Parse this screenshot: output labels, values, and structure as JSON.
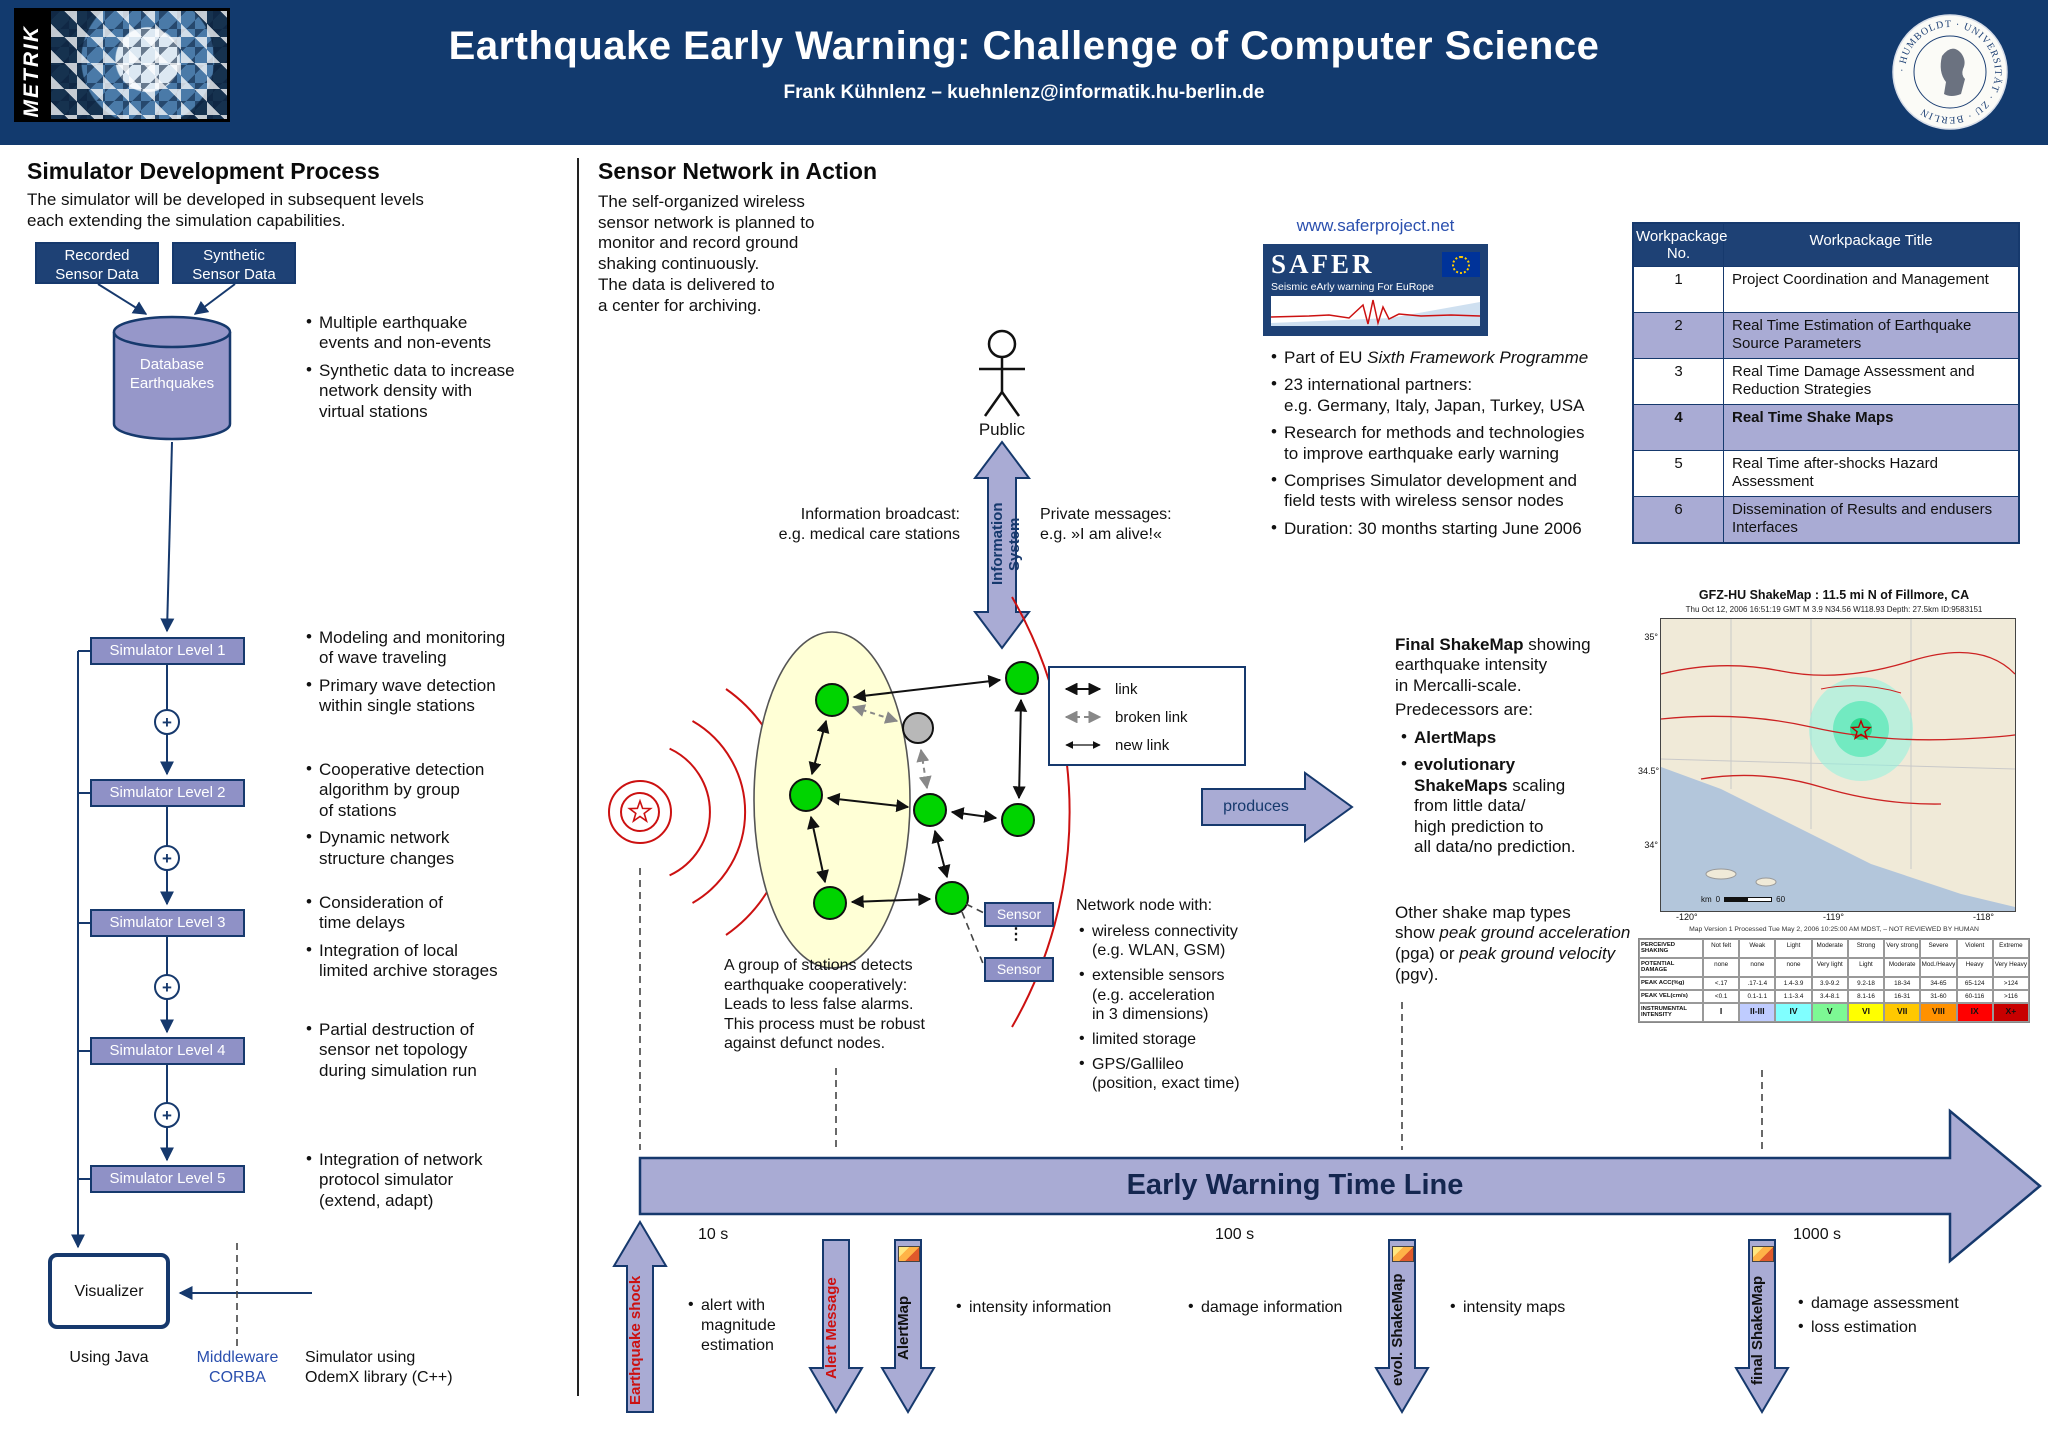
{
  "colors": {
    "navy_header": "#123a6e",
    "box_navy": "#1e4175",
    "lavender": "#a9abd4",
    "lavender_dark": "#8f91c6",
    "node_green": "#00d400",
    "alert_red": "#cc1111",
    "link_blue": "#2a4fae"
  },
  "header": {
    "metrik_label": "METRIK",
    "title": "Earthquake Early Warning: Challenge of Computer Science",
    "subtitle": "Frank Kühnlenz – kuehnlenz@informatik.hu-berlin.de",
    "seal_text": "· HUMBOLDT · UNIVERSITÄT · ZU · BERLIN"
  },
  "simulator": {
    "heading": "Simulator Development Process",
    "intro": "The simulator will be developed in subsequent levels\neach extending the simulation capabilities.",
    "recorded_box": "Recorded\nSensor Data",
    "synthetic_box": "Synthetic\nSensor Data",
    "database_box": "Database\nEarthquakes",
    "database_bullets": [
      "Multiple earthquake\nevents and non-events",
      "Synthetic data to increase\nnetwork density with\nvirtual stations"
    ],
    "plus": "+",
    "levels": [
      {
        "label": "Simulator Level 1",
        "bullets": [
          "Modeling and monitoring\nof wave traveling",
          "Primary wave detection\nwithin single stations"
        ]
      },
      {
        "label": "Simulator Level 2",
        "bullets": [
          "Cooperative detection\nalgorithm by group\nof stations",
          "Dynamic network\nstructure changes"
        ]
      },
      {
        "label": "Simulator Level 3",
        "bullets": [
          "Consideration of\ntime delays",
          "Integration of local\nlimited archive storages"
        ]
      },
      {
        "label": "Simulator Level 4",
        "bullets": [
          "Partial destruction of\nsensor net topology\nduring simulation run"
        ]
      },
      {
        "label": "Simulator Level 5",
        "bullets": [
          "Integration of network\nprotocol simulator\n(extend, adapt)"
        ]
      }
    ],
    "visualizer": "Visualizer",
    "using_java": "Using Java",
    "middleware": "Middleware\nCORBA",
    "simulator_lib": "Simulator using\nOdemX library (C++)"
  },
  "network": {
    "heading": "Sensor Network in Action",
    "intro": "The self-organized wireless\nsensor network is planned to\nmonitor and record ground\nshaking continuously.\nThe data is delivered to\na center for archiving.",
    "public_label": "Public",
    "infosystem_label": "Information System",
    "broadcast_text": "Information broadcast:\ne.g. medical care stations",
    "private_text": "Private messages:\ne.g. »I am alive!«",
    "legend": [
      "link",
      "broken link",
      "new link"
    ],
    "produces_label": "produces",
    "sensor_label": "Sensor",
    "sensor_dots": "⋮",
    "node_heading": "Network node with:",
    "node_bullets": [
      "wireless connectivity\n(e.g. WLAN, GSM)",
      "extensible sensors\n(e.g. acceleration\nin 3 dimensions)",
      "limited storage",
      "GPS/Gallileo\n(position, exact time)"
    ],
    "group_text": "A group of stations detects\nearthquake cooperatively:\nLeads to less false alarms.\nThis process must be robust\nagainst defunct nodes."
  },
  "safer": {
    "url": "www.saferproject.net",
    "logo_title": "SAFER",
    "logo_subtitle": "Seismic eArly warning For EuRope",
    "bullet1_pre": "Part of EU ",
    "bullet1_italic": "Sixth Framework Programme",
    "bullets": [
      "23 international partners:\ne.g. Germany, Italy, Japan, Turkey, USA",
      "Research for methods and technologies\nto improve earthquake early warning",
      "Comprises Simulator development and\nfield tests with wireless sensor nodes",
      "Duration: 30 months starting June 2006"
    ]
  },
  "workpackages": {
    "header_no": "Workpackage\nNo.",
    "header_title": "Workpackage Title",
    "rows": [
      {
        "no": "1",
        "title": "Project Coordination and Management"
      },
      {
        "no": "2",
        "title": "Real Time Estimation of Earthquake\nSource Parameters"
      },
      {
        "no": "3",
        "title": "Real Time Damage Assessment and\nReduction Strategies"
      },
      {
        "no": "4",
        "title": "Real Time Shake Maps"
      },
      {
        "no": "5",
        "title": "Real Time after-shocks Hazard\nAssessment"
      },
      {
        "no": "6",
        "title": "Dissemination of Results and endusers\nInterfaces"
      }
    ]
  },
  "shakemap": {
    "p1_bold": "Final ShakeMap",
    "p1_rest": " showing\nearthquake intensity\nin Mercalli-scale.",
    "predecessors_label": "Predecessors are:",
    "pred1_bold": "AlertMaps",
    "pred2_bold": "evolutionary\nShakeMaps",
    "pred2_rest": " scaling\nfrom little data/\nhigh prediction to\nall data/no prediction.",
    "other_pre": "Other shake map types\nshow ",
    "other_italic1": "peak ground acceleration",
    "other_mid": " (pga) or ",
    "other_italic2": "peak ground velocity",
    "other_end": " (pgv).",
    "figure": {
      "title": "GFZ-HU ShakeMap : 11.5 mi N of Fillmore, CA",
      "subtitle": "Thu Oct 12, 2006 16:51:19 GMT   M 3.9   N34.56 W118.93   Depth: 27.5km   ID:9583151",
      "lat_labels": [
        "35°",
        "34.5°",
        "34°"
      ],
      "lon_labels": [
        "-120°",
        "-119°",
        "-118°"
      ],
      "scale_km": "km",
      "scale_min": "0",
      "scale_max": "60",
      "footer": "Map Version 1 Processed Tue May 2, 2006 10:25:00 AM MDST, – NOT REVIEWED BY HUMAN"
    },
    "legend": {
      "row_labels": [
        "PERCEIVED SHAKING",
        "POTENTIAL DAMAGE",
        "PEAK ACC(%g)",
        "PEAK VEL(cm/s)",
        "INSTRUMENTAL INTENSITY"
      ],
      "perceived": [
        "Not felt",
        "Weak",
        "Light",
        "Moderate",
        "Strong",
        "Very strong",
        "Severe",
        "Violent",
        "Extreme"
      ],
      "damage": [
        "none",
        "none",
        "none",
        "Very light",
        "Light",
        "Moderate",
        "Mod./Heavy",
        "Heavy",
        "Very Heavy"
      ],
      "peak_acc": [
        "<.17",
        ".17-1.4",
        "1.4-3.9",
        "3.9-9.2",
        "9.2-18",
        "18-34",
        "34-65",
        "65-124",
        ">124"
      ],
      "peak_vel": [
        "<0.1",
        "0.1-1.1",
        "1.1-3.4",
        "3.4-8.1",
        "8.1-16",
        "16-31",
        "31-60",
        "60-116",
        ">116"
      ],
      "intensity": [
        "I",
        "II-III",
        "IV",
        "V",
        "VI",
        "VII",
        "VIII",
        "IX",
        "X+"
      ],
      "cell_colors": [
        "#ffffff",
        "#bfccff",
        "#80ffff",
        "#7df894",
        "#ffff00",
        "#ffc800",
        "#ff9100",
        "#ff0000",
        "#c80000"
      ]
    }
  },
  "timeline": {
    "title": "Early Warning Time Line",
    "ticks": [
      "10 s",
      "100 s",
      "1000 s"
    ],
    "marker_quake": "Earthquake shock",
    "marker_alertmsg": "Alert Message",
    "marker_alertmap": "AlertMap",
    "marker_evol": "evol. ShakeMap",
    "marker_final": "final ShakeMap",
    "bullets": [
      "alert with\nmagnitude\nestimation",
      "intensity information",
      "damage information",
      "intensity maps",
      "damage assessment",
      "loss estimation"
    ]
  }
}
